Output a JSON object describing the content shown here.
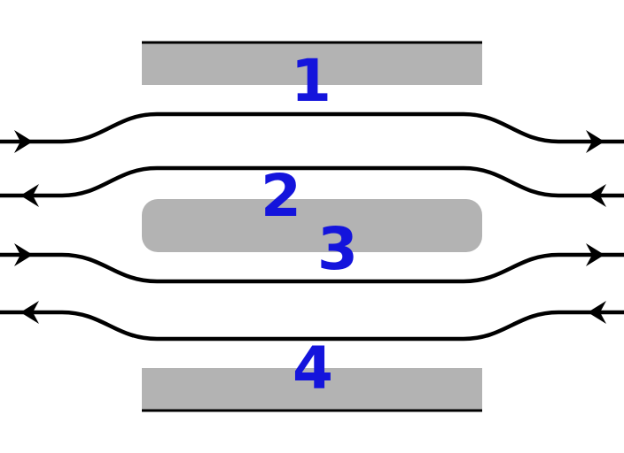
{
  "colors": {
    "background": "#ffffff",
    "platform_gray": "#b3b3b3",
    "track_black": "#000000",
    "label_blue": "#1414dc"
  },
  "labels": [
    {
      "id": "platform-1",
      "text": "1"
    },
    {
      "id": "platform-2",
      "text": "2"
    },
    {
      "id": "platform-3",
      "text": "3"
    },
    {
      "id": "platform-4",
      "text": "4"
    }
  ]
}
